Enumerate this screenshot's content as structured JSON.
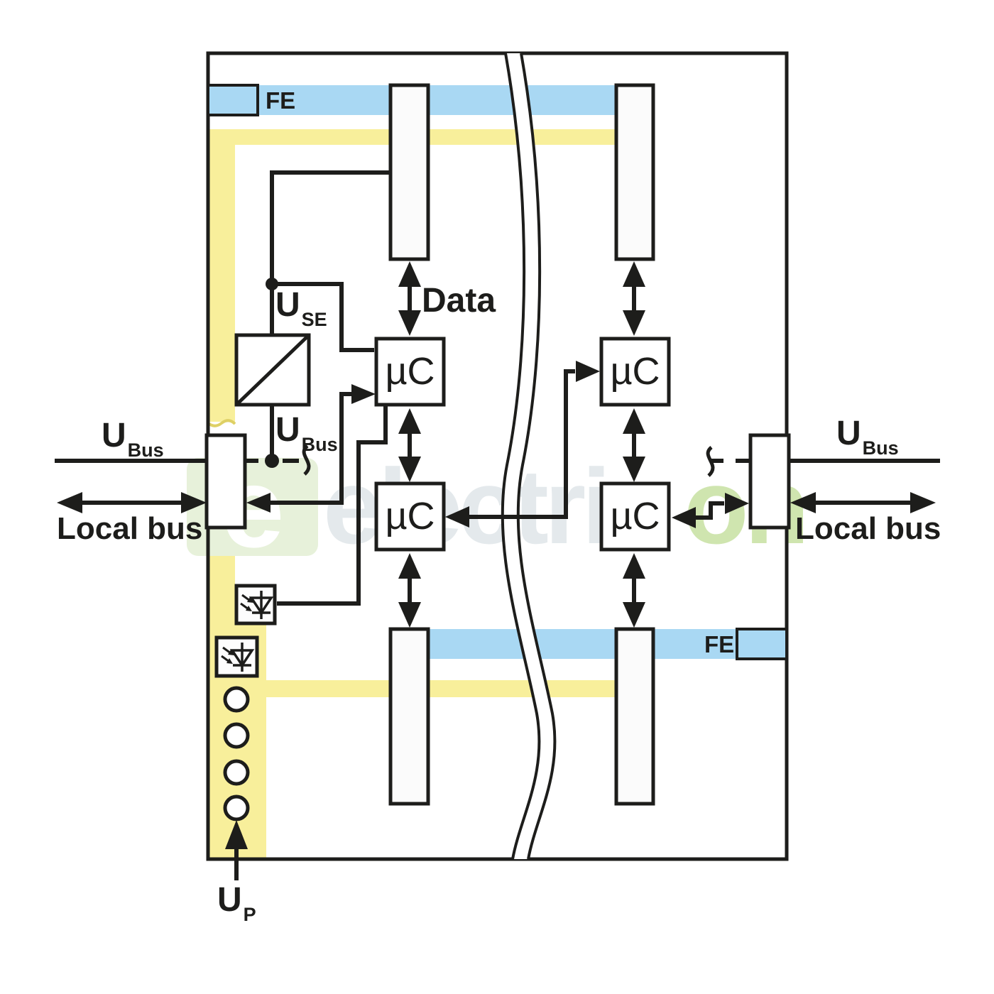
{
  "labels": {
    "fe": "FE",
    "data": "Data",
    "voltage": "U",
    "sub_se": "SE",
    "sub_bus": "Bus",
    "sub_p": "P",
    "local_bus": "Local bus",
    "microcontroller": "µC"
  },
  "watermark": {
    "logo_letter": "e",
    "text_gray": "electric",
    "text_green": "on"
  },
  "colors": {
    "fe_rail_blue": "#a9d8f3",
    "power_rail_yellow": "#f8ef9b",
    "ink_black": "#1d1d1b",
    "watermark_gray": "#e4e9ec",
    "watermark_green": "#cfe5af"
  },
  "icons": {
    "optocoupler": "photodiode-with-incident-light-arrows",
    "dc_converter": "square-with-diagonal",
    "module_break": "s-curved-break-band",
    "junction": "filled-dot"
  }
}
